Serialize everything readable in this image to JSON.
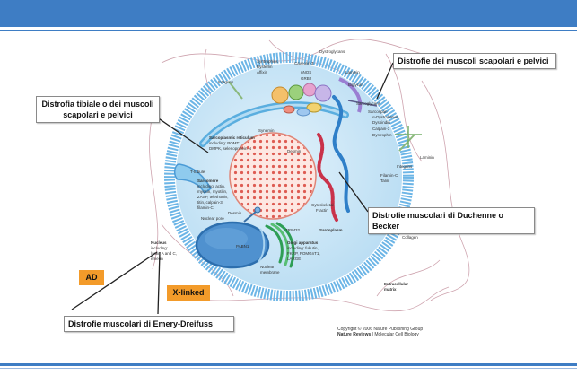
{
  "callouts": {
    "scapular_pelvic": "Distrofie dei muscoli scapolari e pelvici",
    "tibial": "Distrofia tibiale o dei muscoli scapolari e pelvici",
    "duchenne": "Distrofie muscolari di Duchenne o Becker",
    "emery": "Distrofie muscolari di Emery-Dreifuss"
  },
  "tags": {
    "ad": "AD",
    "xlinked": "X-linked"
  },
  "labels": {
    "dystroglycans": "Dystroglycans",
    "syntrophins": "Syntrophins",
    "dysferlin": "Dysferlin",
    "affixin": "Affixin",
    "caveolin": "Caveolin-3",
    "nnos": "nNOS",
    "grb2": "GRB2",
    "laminin_top": "Laminin",
    "biglycan": "Biglycan",
    "integrins_top": "Integrins",
    "sarcoglycans": "Sarcoglycans",
    "sarcospan": "Sarcospan",
    "a_dystrobrevin": "α-Dystrobrevin",
    "dysbindin": "Dysbindin",
    "calpain": "Calpain-3",
    "dystrophin": "Dystrophin",
    "laminin_right": "Laminin",
    "integrins_right": "Integrins",
    "filamin": "Filamin-C",
    "talin": "Talin",
    "synemin": "Synemin",
    "desmin_top": "Desmin",
    "sr_title": "Sarcoplasmic reticulum",
    "sr_line1": "including: POMT1,",
    "sr_line2": "DMPK, selenoprotein N",
    "t_tubule": "T-tubule",
    "sarcomere": "Sarcomere",
    "sarc_1": "including: actin,",
    "sarc_2": "myosin, myotilin,",
    "sarc_3": "ZASP, telethonin,",
    "sarc_4": "titin, calpain-3,",
    "sarc_5": "filamin-C",
    "desmin_mid": "Desmin",
    "nuclear_pore": "Nuclear pore",
    "cytoskeletal": "Cytoskeletal",
    "f_actin": "F-actin",
    "sarcoplasm": "Sarcoplasm",
    "sarcolemma": "Sarcolemma",
    "trim32": "TRIM32",
    "pabn1": "PABN1",
    "golgi_title": "Golgi apparatus",
    "golgi_1": "including: fukutin,",
    "golgi_2": "FKRP, POMGnT1,",
    "golgi_3": "LARGE",
    "nuclear_membrane_1": "Nuclear",
    "nuclear_membrane_2": "membrane",
    "collagen": "Collagen",
    "ecm_1": "Extracellular",
    "ecm_2": "matrix",
    "nucleus_title": "Nucleus",
    "nucleus_1": "including:",
    "nucleus_2": "lamin A and C,",
    "nucleus_3": "emerin"
  },
  "credit": {
    "line1": "Copyright © 2006 Nature Publishing Group",
    "line2_bold": "Nature Reviews",
    "line2_rest": " | Molecular Cell Biology"
  },
  "colors": {
    "header_bar": "#3e7dc4",
    "membrane": "#5fb0e4",
    "cytoplasm": "#cfe8f7",
    "tag": "#f39b2a",
    "sr_dots": "#d9443a"
  }
}
